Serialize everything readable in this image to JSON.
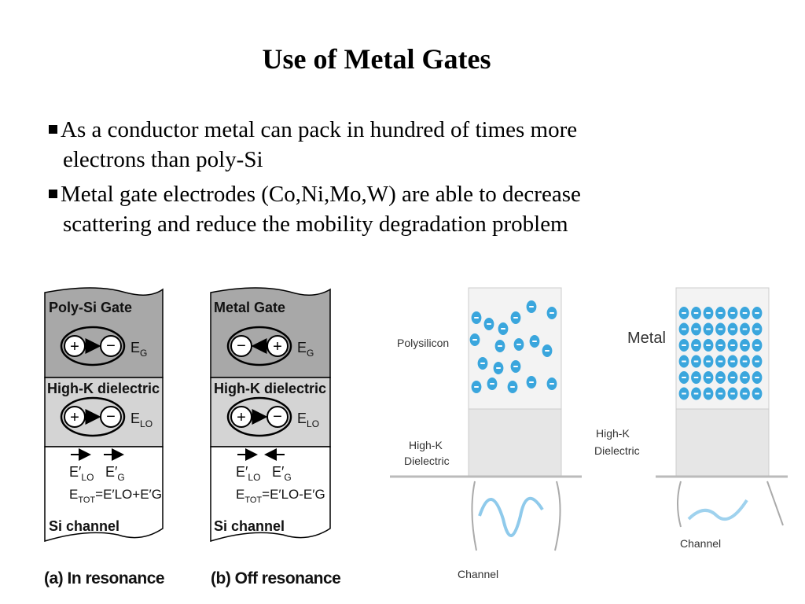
{
  "slide": {
    "title": "Use of Metal Gates",
    "bullets": [
      {
        "line1": "As a conductor metal can pack in hundred of times more",
        "line2": "electrons than poly-Si"
      },
      {
        "line1": "Metal gate electrodes (Co,Ni,Mo,W) are able to decrease",
        "line2": "scattering and reduce the mobility degradation problem"
      }
    ]
  },
  "figure_left": {
    "panel_a": {
      "gate_label": "Poly-Si Gate",
      "field_gate": "E",
      "field_gate_sub": "G",
      "dielectric_label": "High-K dielectric",
      "field_lo": "E",
      "field_lo_sub": "LO",
      "e_lo_prime": "E′",
      "e_lo_prime_sub": "LO",
      "e_g_prime": "E′",
      "e_g_prime_sub": "G",
      "e_tot_eq": "E",
      "e_tot_sub": "TOT",
      "e_tot_rhs": "=E′LO+E′G",
      "channel_label": "Si channel",
      "caption": "(a) In resonance"
    },
    "panel_b": {
      "gate_label": "Metal Gate",
      "field_gate": "E",
      "field_gate_sub": "G",
      "dielectric_label": "High-K dielectric",
      "field_lo": "E",
      "field_lo_sub": "LO",
      "e_lo_prime": "E′",
      "e_lo_prime_sub": "LO",
      "e_g_prime": "E′",
      "e_g_prime_sub": "G",
      "e_tot_eq": "E",
      "e_tot_sub": "TOT",
      "e_tot_rhs": "=E′LO-E′G",
      "channel_label": "Si channel",
      "caption": "(b) Off resonance"
    }
  },
  "figure_right": {
    "left": {
      "gate_label": "Polysilicon",
      "dielectric_label_1": "High-K",
      "dielectric_label_2": "Dielectric",
      "channel_label": "Channel"
    },
    "right": {
      "gate_label": "Metal",
      "dielectric_label_1": "High-K",
      "dielectric_label_2": "Dielectric",
      "channel_label": "Channel"
    },
    "colors": {
      "electron": "#3aa6dd",
      "gate_bg": "#f2f2f2",
      "dielectric_bg": "#e8e8e8",
      "line": "#bbbbbb"
    }
  }
}
